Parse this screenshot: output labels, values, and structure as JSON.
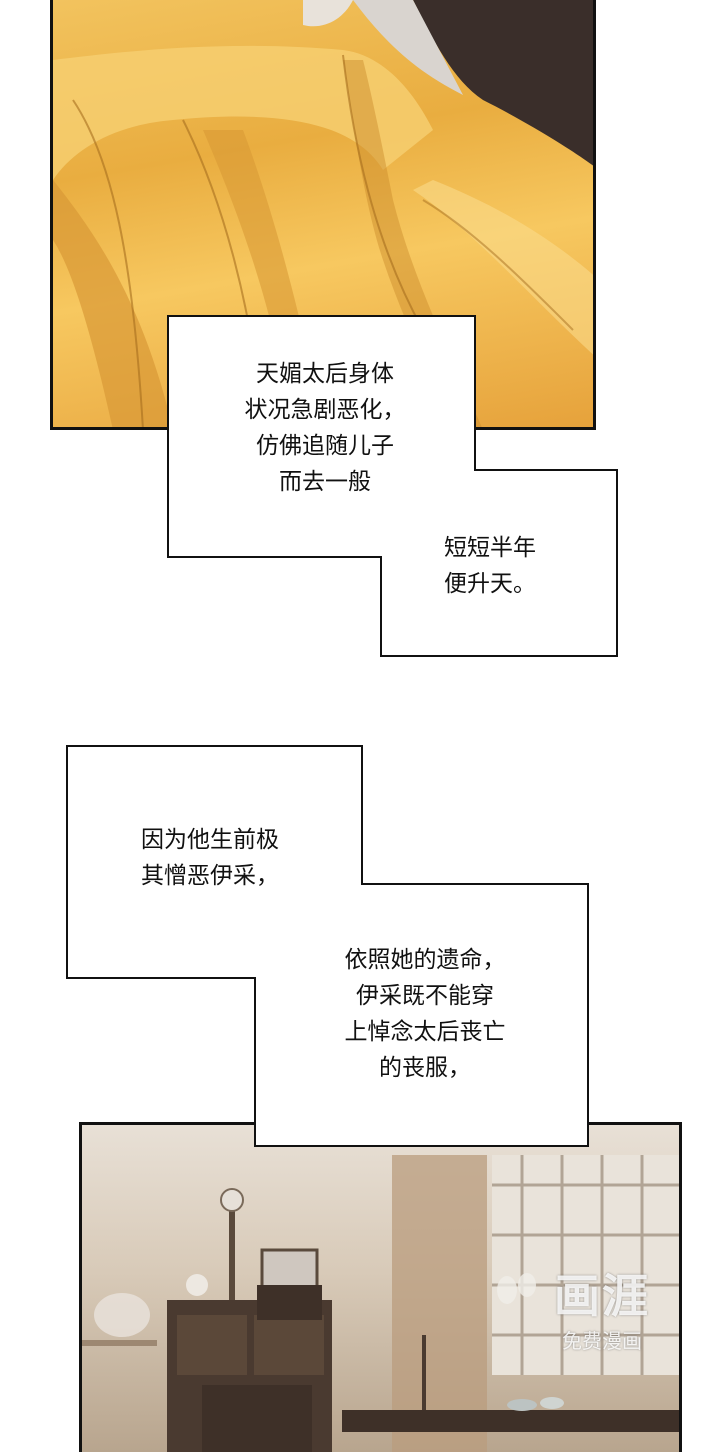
{
  "narration_1": {
    "upper_lines": [
      "天媚太后身体",
      "状况急剧恶化，",
      "仿佛追随儿子",
      "而去一般"
    ],
    "lower_lines": [
      "短短半年",
      "便升天。"
    ]
  },
  "narration_2": {
    "upper_lines": [
      "因为他生前极",
      "其憎恶伊采，"
    ],
    "lower_lines": [
      "依照她的遗命，",
      "伊采既不能穿",
      "上悼念太后丧亡",
      "的丧服，"
    ]
  },
  "watermark": {
    "logo": "画涯",
    "caption": "免费漫画"
  },
  "colors": {
    "robe": "#f0b84e",
    "robe_shadow": "#c98a2a",
    "hair": "#3a2e2a",
    "room": "#d8cab8",
    "furniture": "#4a3a30"
  }
}
